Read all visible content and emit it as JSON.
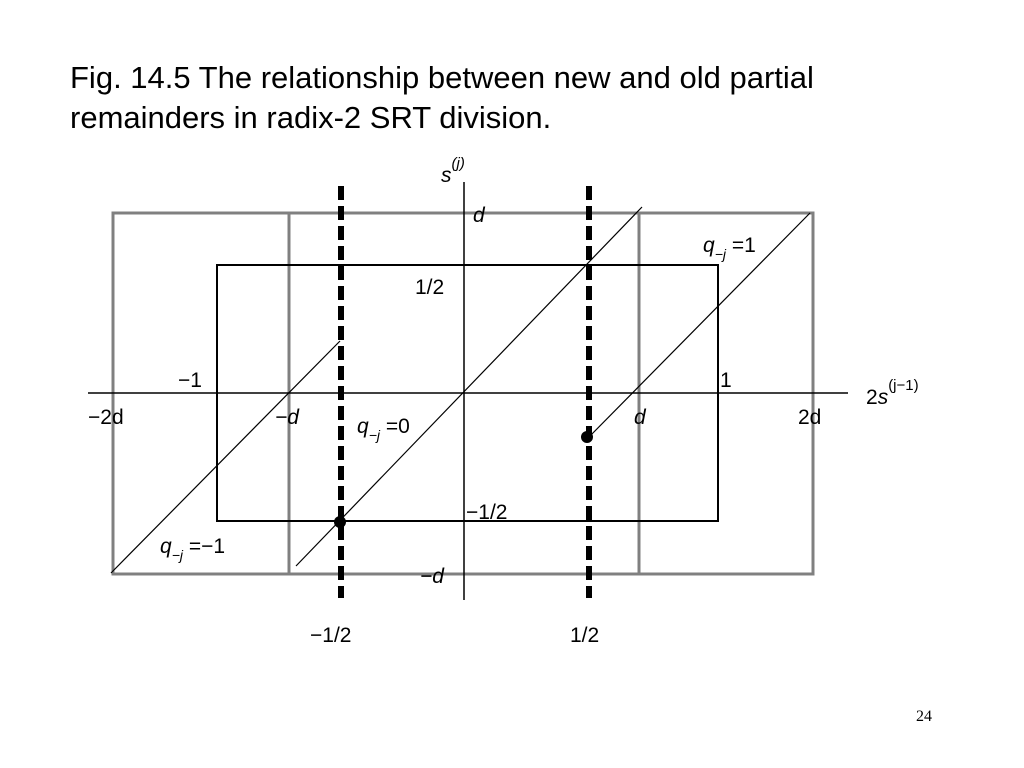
{
  "slide": {
    "title_line1": "Fig. 14.5 The relationship between new and old partial",
    "title_line2": "remainders in radix-2 SRT division.",
    "page_number": "24"
  },
  "diagram": {
    "colors": {
      "outer_box": "#808080",
      "inner_box": "#000000",
      "threshold_lines": "#000000"
    },
    "y_axis_label": {
      "base": "s",
      "sup": "(j)"
    },
    "x_axis_label": {
      "prefix": "2",
      "base": "s",
      "sup": "(j−1)"
    },
    "labels": {
      "top_d": "d",
      "y_half": "1/2",
      "y_neg_half": "−1/2",
      "y_neg_d": "−d",
      "x_neg_one": "−1",
      "x_one": "1",
      "x_neg_2d": "−2d",
      "x_neg_d": "−d",
      "x_d": "d",
      "x_2d": "2d",
      "threshold_neg_half": "−1/2",
      "threshold_half": "1/2"
    },
    "regions": {
      "q_plus": {
        "q": "q",
        "sub": "−j",
        "eq": " =1"
      },
      "q_zero": {
        "q": "q",
        "sub": "−j",
        "eq": " =0"
      },
      "q_minus": {
        "q": "q",
        "sub": "−j",
        "eq": " =−1"
      }
    }
  }
}
